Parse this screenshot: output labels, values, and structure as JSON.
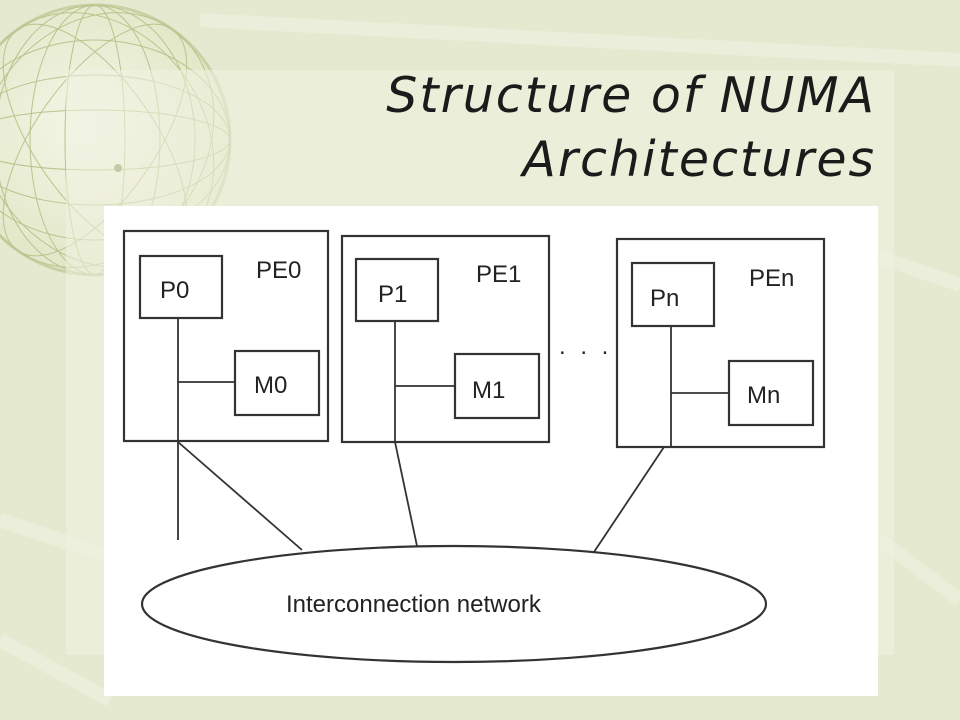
{
  "slide": {
    "title_line1": "Structure of NUMA",
    "title_line2": "Architectures"
  },
  "diagram": {
    "elements": [
      {
        "pe_label": "PE0",
        "processor": "P0",
        "memory": "M0"
      },
      {
        "pe_label": "PE1",
        "processor": "P1",
        "memory": "M1"
      },
      {
        "pe_label": "PEn",
        "processor": "Pn",
        "memory": "Mn"
      }
    ],
    "ellipsis": ". . .",
    "network_label": "Interconnection network"
  },
  "colors": {
    "background": "#e4e9cf",
    "figure_background": "#ffffff",
    "stroke": "#333333",
    "title": "#1b1b1b"
  }
}
